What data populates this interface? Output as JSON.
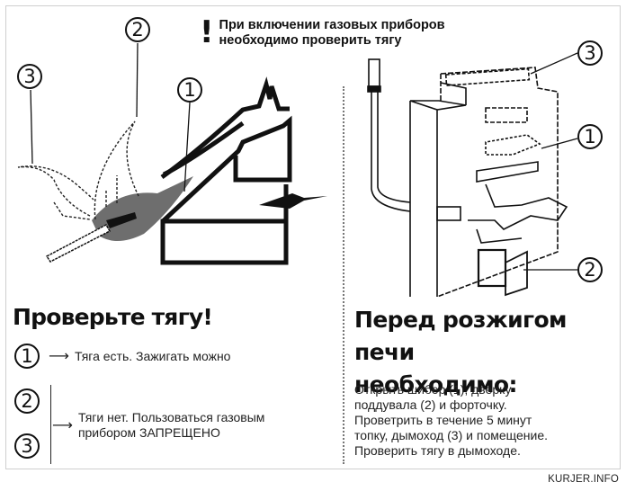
{
  "warning": {
    "icon": "exclamation-icon",
    "line1": "При включении газовых приборов",
    "line2": "необходимо проверить тягу"
  },
  "left_panel": {
    "figure_labels": [
      "1",
      "2",
      "3"
    ],
    "heading": "Проверьте тягу!",
    "legend": [
      {
        "markers": [
          "①"
        ],
        "text": "Тяга есть. Зажигать можно"
      },
      {
        "markers": [
          "②",
          "③"
        ],
        "text_line1": "Тяги нет. Пользоваться газовым",
        "text_line2": "прибором ЗАПРЕЩЕНО"
      }
    ],
    "arrow_glyph": "⟶"
  },
  "right_panel": {
    "figure_labels": [
      "3",
      "1",
      "2"
    ],
    "heading_line1": "Перед розжигом печи",
    "heading_line2": "необходимо:",
    "steps": [
      "Открыть шибер (1), дверку",
      "поддувала (2) и форточку.",
      "Проветрить в течение 5 минут",
      "топку, дымоход (3) и помещение.",
      "Проверить тягу в дымоходе."
    ]
  },
  "credit": "KURJER.INFO"
}
